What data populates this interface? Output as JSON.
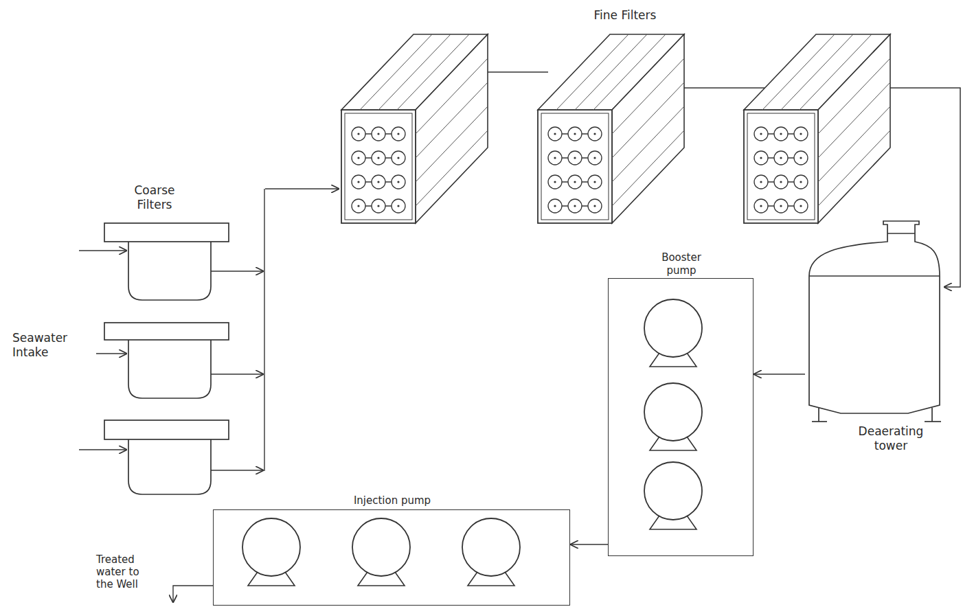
{
  "diagram": {
    "nodes": [
      {
        "text": [
          "Fine Filters"
        ]
      },
      {
        "text": [
          "Coarse Filters"
        ]
      },
      {
        "text": [
          "Deaerating tower"
        ]
      },
      {
        "text": [
          "Booster pump"
        ]
      },
      {
        "text": [
          "Injection pump"
        ]
      }
    ],
    "edges": [
      {
        "from": 1,
        "to": 0,
        "arrow": "to"
      },
      {
        "from": 0,
        "to": 2,
        "arrow": "to"
      },
      {
        "from": 2,
        "to": 3,
        "arrow": "to"
      },
      {
        "from": 3,
        "to": 4,
        "arrow": "to"
      }
    ],
    "labels": [
      "Seawater Intake",
      "Treated water to the Well"
    ]
  }
}
